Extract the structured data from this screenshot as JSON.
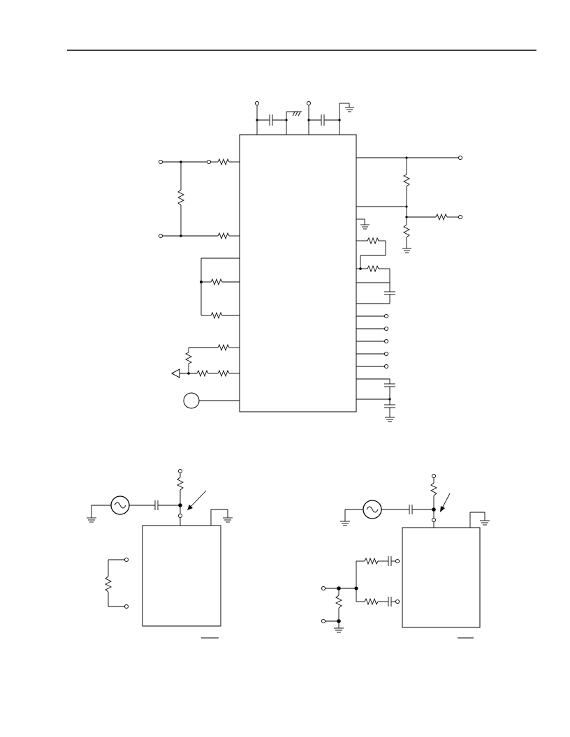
{
  "document": {
    "domain": "schematic-page",
    "figures": [
      {
        "id": "test-circuit-main",
        "kind": "schematic"
      },
      {
        "id": "test-circuit-left",
        "kind": "schematic"
      },
      {
        "id": "test-circuit-right",
        "kind": "schematic"
      }
    ]
  },
  "colors": {
    "ink": "#000000",
    "paper": "#ffffff"
  },
  "icons": [
    "resistor-icon",
    "capacitor-icon",
    "ground-icon",
    "chassis-ground-icon",
    "terminal-icon",
    "junction-dot-icon",
    "ac-source-icon",
    "buffer-triangle-icon",
    "probe-arrow-icon",
    "meter-circle-icon"
  ]
}
